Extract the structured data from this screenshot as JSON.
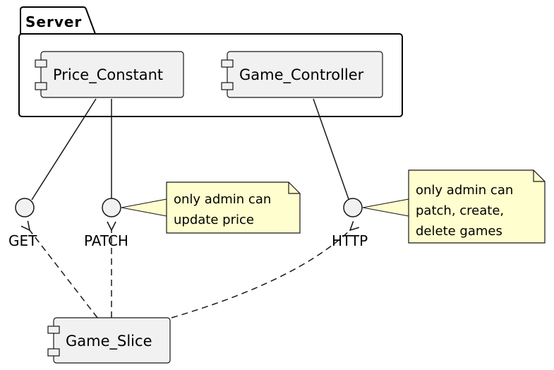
{
  "package": {
    "label": "Server"
  },
  "components": {
    "price_constant": {
      "label": "Price_Constant"
    },
    "game_controller": {
      "label": "Game_Controller"
    },
    "game_slice": {
      "label": "Game_Slice"
    }
  },
  "interfaces": {
    "get": {
      "label": "GET"
    },
    "patch": {
      "label": "PATCH"
    },
    "http": {
      "label": "HTTP"
    }
  },
  "notes": {
    "patch_note": {
      "line1": "only admin can",
      "line2": "update price"
    },
    "http_note": {
      "line1": "only admin can",
      "line2": "patch, create,",
      "line3": "delete games"
    }
  },
  "colors": {
    "component_fill": "#f1f1f1",
    "note_fill": "#fefece",
    "stroke": "#181818"
  }
}
